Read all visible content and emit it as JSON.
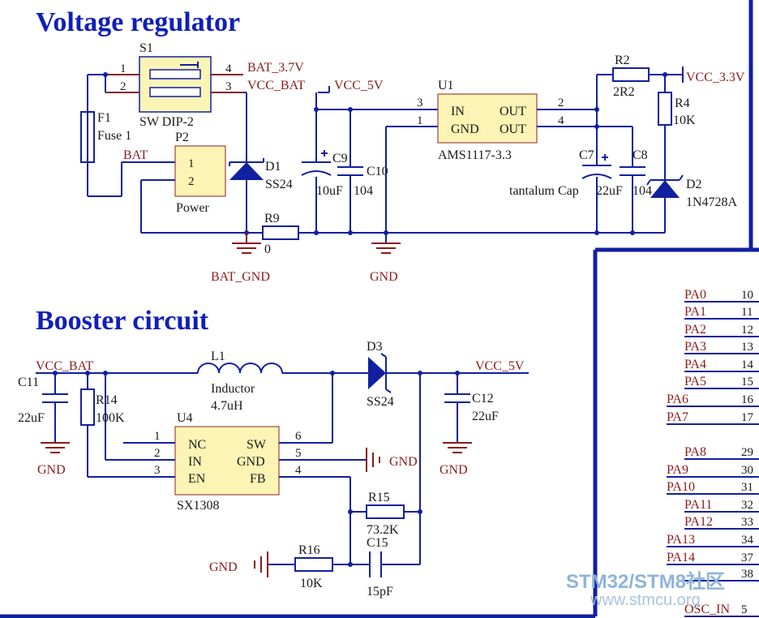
{
  "titles": {
    "voltage_regulator": "Voltage regulator",
    "booster": "Booster circuit"
  },
  "regulator": {
    "s1": {
      "ref": "S1",
      "value": "SW DIP-2",
      "pin1": "1",
      "pin2": "2",
      "pin3": "3",
      "pin4": "4"
    },
    "f1": {
      "ref": "F1",
      "value": "Fuse 1"
    },
    "p2": {
      "ref": "P2",
      "value": "Power",
      "pin1": "1",
      "pin2": "2"
    },
    "d1": {
      "ref": "D1",
      "value": "SS24"
    },
    "r9": {
      "ref": "R9",
      "value": "0"
    },
    "c9": {
      "ref": "C9",
      "value": "10uF"
    },
    "c10": {
      "ref": "C10",
      "value": "104"
    },
    "u1": {
      "ref": "U1",
      "value": "AMS1117-3.3",
      "in": "IN",
      "gnd": "GND",
      "out1": "OUT",
      "out2": "OUT",
      "p3": "3",
      "p1": "1",
      "p2": "2",
      "p4": "4"
    },
    "c7": {
      "ref": "C7",
      "value": "22uF"
    },
    "c8": {
      "ref": "C8",
      "value": "104"
    },
    "tantalum": "tantalum Cap",
    "r2": {
      "ref": "R2",
      "value": "2R2"
    },
    "r4": {
      "ref": "R4",
      "value": "10K"
    },
    "d2": {
      "ref": "D2",
      "value": "1N4728A"
    },
    "nets": {
      "bat37": "BAT_3.7V",
      "vccbat": "VCC_BAT",
      "vcc5v": "VCC_5V",
      "vcc33": "VCC_3.3V",
      "bat": "BAT",
      "batgnd": "BAT_GND",
      "gnd": "GND"
    }
  },
  "booster": {
    "vccbat": "VCC_BAT",
    "vcc5v": "VCC_5V",
    "c11": {
      "ref": "C11",
      "value": "22uF"
    },
    "r14": {
      "ref": "R14",
      "value": "100K"
    },
    "l1": {
      "ref": "L1",
      "type": "Inductor",
      "value": "4.7uH"
    },
    "d3": {
      "ref": "D3",
      "value": "SS24"
    },
    "c12": {
      "ref": "C12",
      "value": "22uF"
    },
    "u4": {
      "ref": "U4",
      "value": "SX1308",
      "nc": "NC",
      "in": "IN",
      "en": "EN",
      "sw": "SW",
      "gnd": "GND",
      "fb": "FB",
      "p1": "1",
      "p2": "2",
      "p3": "3",
      "p6": "6",
      "p5": "5",
      "p4": "4"
    },
    "r15": {
      "ref": "R15",
      "value": "73.2K"
    },
    "c15": {
      "ref": "C15",
      "value": "15pF"
    },
    "r16": {
      "ref": "R16",
      "value": "10K"
    },
    "gnd": "GND"
  },
  "pins": [
    {
      "name": "PA0",
      "num": "10"
    },
    {
      "name": "PA1",
      "num": "11"
    },
    {
      "name": "PA2",
      "num": "12"
    },
    {
      "name": "PA3",
      "num": "13"
    },
    {
      "name": "PA4",
      "num": "14"
    },
    {
      "name": "PA5",
      "num": "15"
    },
    {
      "name": "PA6",
      "num": "16"
    },
    {
      "name": "PA7",
      "num": "17"
    },
    {
      "name": "PA8",
      "num": "29"
    },
    {
      "name": "PA9",
      "num": "30"
    },
    {
      "name": "PA10",
      "num": "31"
    },
    {
      "name": "PA11",
      "num": "32"
    },
    {
      "name": "PA12",
      "num": "33"
    },
    {
      "name": "PA13",
      "num": "34"
    },
    {
      "name": "PA14",
      "num": "37"
    },
    {
      "name": "",
      "num": "38"
    },
    {
      "name": "OSC_IN",
      "num": "5"
    }
  ],
  "watermark": {
    "line1": "STM32/STM8社区",
    "line2": "www.stmcu.org"
  }
}
